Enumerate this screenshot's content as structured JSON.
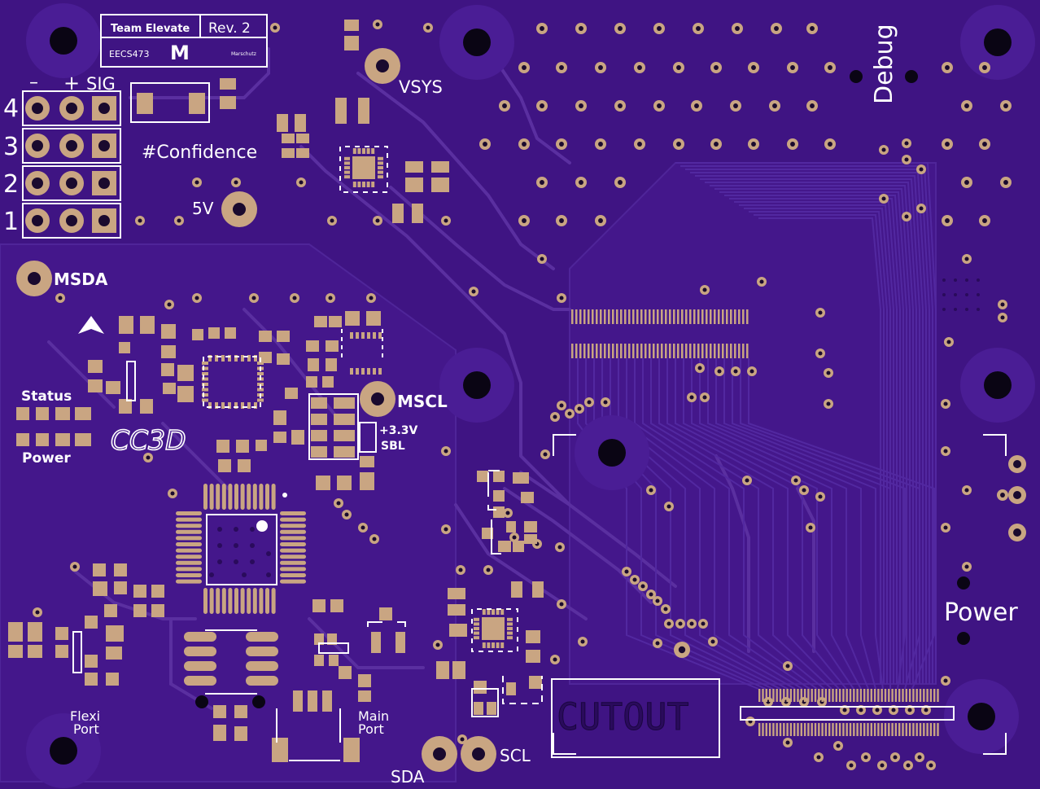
{
  "board": {
    "background": "#3f1483",
    "trace_color": "#5a2fa0",
    "pad_color": "#c9a582",
    "silk_color": "#ffffff"
  },
  "title_block": {
    "team": "Team Elevate",
    "rev": "Rev. 2",
    "course": "EECS473",
    "logo": "M",
    "small": "Marschutz"
  },
  "header_labels": {
    "minus": "–",
    "plus": "+",
    "sig": "SIG",
    "rows": [
      "4",
      "3",
      "2",
      "1"
    ]
  },
  "labels": {
    "confidence": "#Confidence",
    "vsys": "VSYS",
    "v5": "5V",
    "msda": "MSDA",
    "mscl": "MSCL",
    "status": "Status",
    "power_left": "Power",
    "cc3d": "CC3D",
    "v33": "+3.3V",
    "sbl": "SBL",
    "flexi1": "Flexi",
    "flexi2": "Port",
    "main1": "Main",
    "main2": "Port",
    "sda": "SDA",
    "scl": "SCL",
    "cutout": "CUTOUT",
    "debug": "Debug",
    "power_right": "Power"
  }
}
